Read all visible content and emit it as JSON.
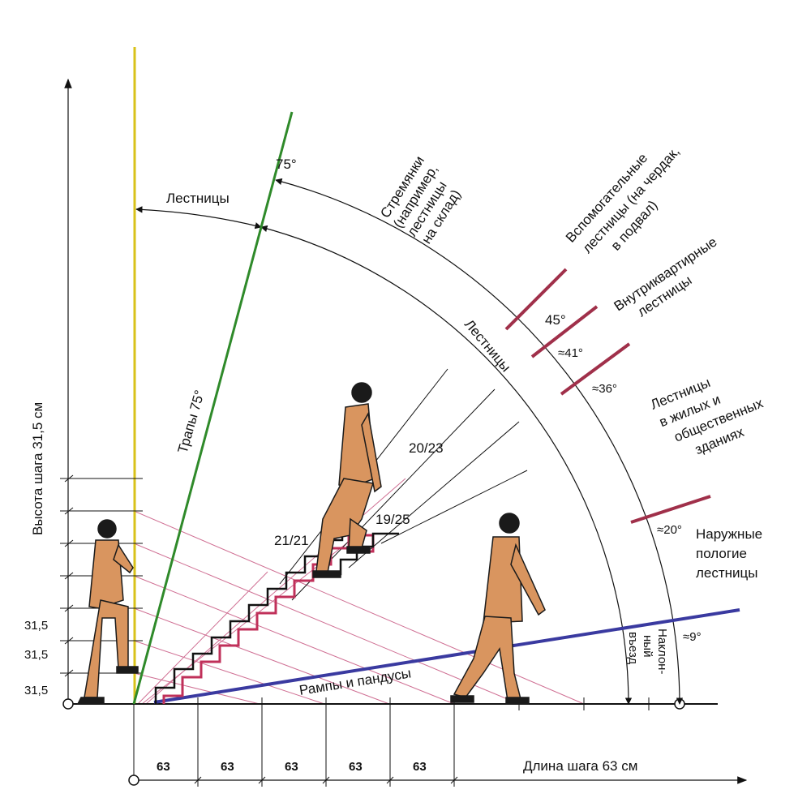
{
  "axes": {
    "vertical_label": "Высота шага 31,5 см",
    "horizontal_label": "Длина шага 63 см",
    "riser_height_labels": [
      "31,5",
      "31,5",
      "31,5"
    ],
    "tread_length_labels": [
      "63",
      "63",
      "63",
      "63",
      "63"
    ]
  },
  "angles": {
    "a75_top": "75°",
    "a45": "45°",
    "a41": "≈41°",
    "a36": "≈36°",
    "a20": "≈20°",
    "a9": "≈9°"
  },
  "regions": {
    "ladders_top": "Лестницы",
    "ladders_arc": "Лестницы",
    "trapy": "Трапы 75°",
    "stepladders": [
      "Стремянки",
      "(например,",
      "лестницы",
      "на склад)"
    ],
    "auxiliary": [
      "Вспомогательные",
      "лестницы (на чердак,",
      "в подвал)"
    ],
    "intra_apartment": [
      "Внутриквартирные",
      "лестницы"
    ],
    "residential": [
      "Лестницы",
      "в  жилых  и",
      "общественных",
      "зданиях"
    ],
    "outdoor": [
      "Наружные",
      "пологие",
      "лестницы"
    ],
    "ramps": "Рампы и  пандусы",
    "incline_driveway": [
      "Наклон-",
      "ный",
      "въезд"
    ]
  },
  "ratios": {
    "r20_23": "20/23",
    "r19_25": "19/25",
    "r21_21": "21/21"
  },
  "colors": {
    "wall": "#d8c21a",
    "ladder_line": "#2f8a2a",
    "ramp_line": "#3a3aa0",
    "stair_red": "#c0305a",
    "marker": "#a0304a",
    "person": "#d9955f",
    "person_dark": "#1a1a1a",
    "guide": "#c04070"
  }
}
